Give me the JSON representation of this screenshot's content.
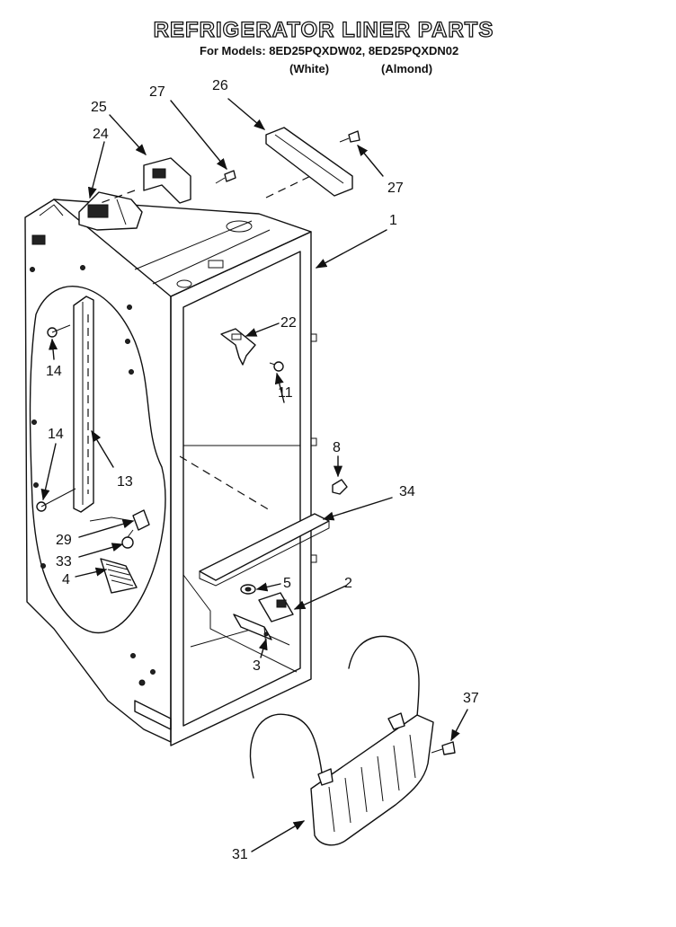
{
  "header": {
    "title": "REFRIGERATOR LINER PARTS",
    "models_line": "For Models: 8ED25PQXDW02, 8ED25PQXDN02",
    "variant_white": "(White)",
    "variant_almond": "(Almond)"
  },
  "callouts": {
    "c1": "1",
    "c2": "2",
    "c3": "3",
    "c4": "4",
    "c5": "5",
    "c8": "8",
    "c11": "11",
    "c13": "13",
    "c14a": "14",
    "c14b": "14",
    "c22": "22",
    "c24": "24",
    "c25": "25",
    "c26": "26",
    "c27a": "27",
    "c27b": "27",
    "c29": "29",
    "c31": "31",
    "c33": "33",
    "c34": "34",
    "c37": "37"
  }
}
